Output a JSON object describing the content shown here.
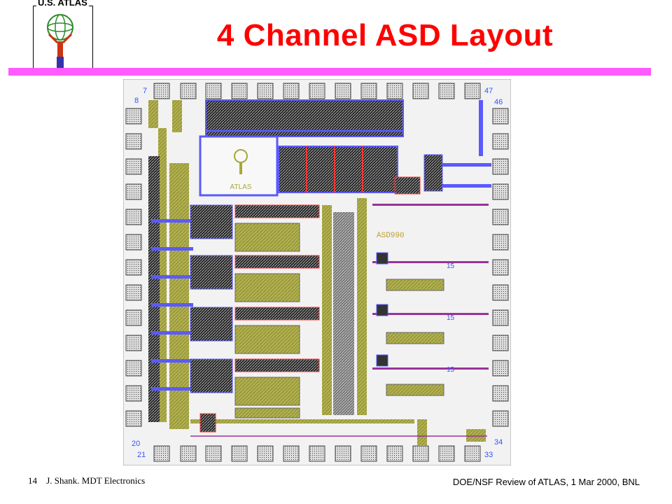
{
  "logo": {
    "label": "U.S. ATLAS"
  },
  "slide": {
    "title": "4 Channel ASD Layout"
  },
  "chip": {
    "pin_numbers": {
      "top_left_a": "7",
      "top_left_b": "8",
      "top_right_a": "47",
      "top_right_b": "46",
      "bottom_left_a": "20",
      "bottom_left_b": "21",
      "bottom_right_a": "34",
      "bottom_right_b": "33"
    },
    "center_logo": "ATLAS",
    "chip_id": "ASD990",
    "channel_marks": [
      "15",
      "15",
      "15"
    ]
  },
  "footer": {
    "page_number": "14",
    "author": "J. Shank.  MDT Electronics",
    "event": "DOE/NSF Review of ATLAS, 1 Mar 2000, BNL"
  },
  "colors": {
    "title": "#ff0000",
    "rule": "#ff5bff",
    "metal": "#a8a83c",
    "via": "#5a5aff"
  }
}
